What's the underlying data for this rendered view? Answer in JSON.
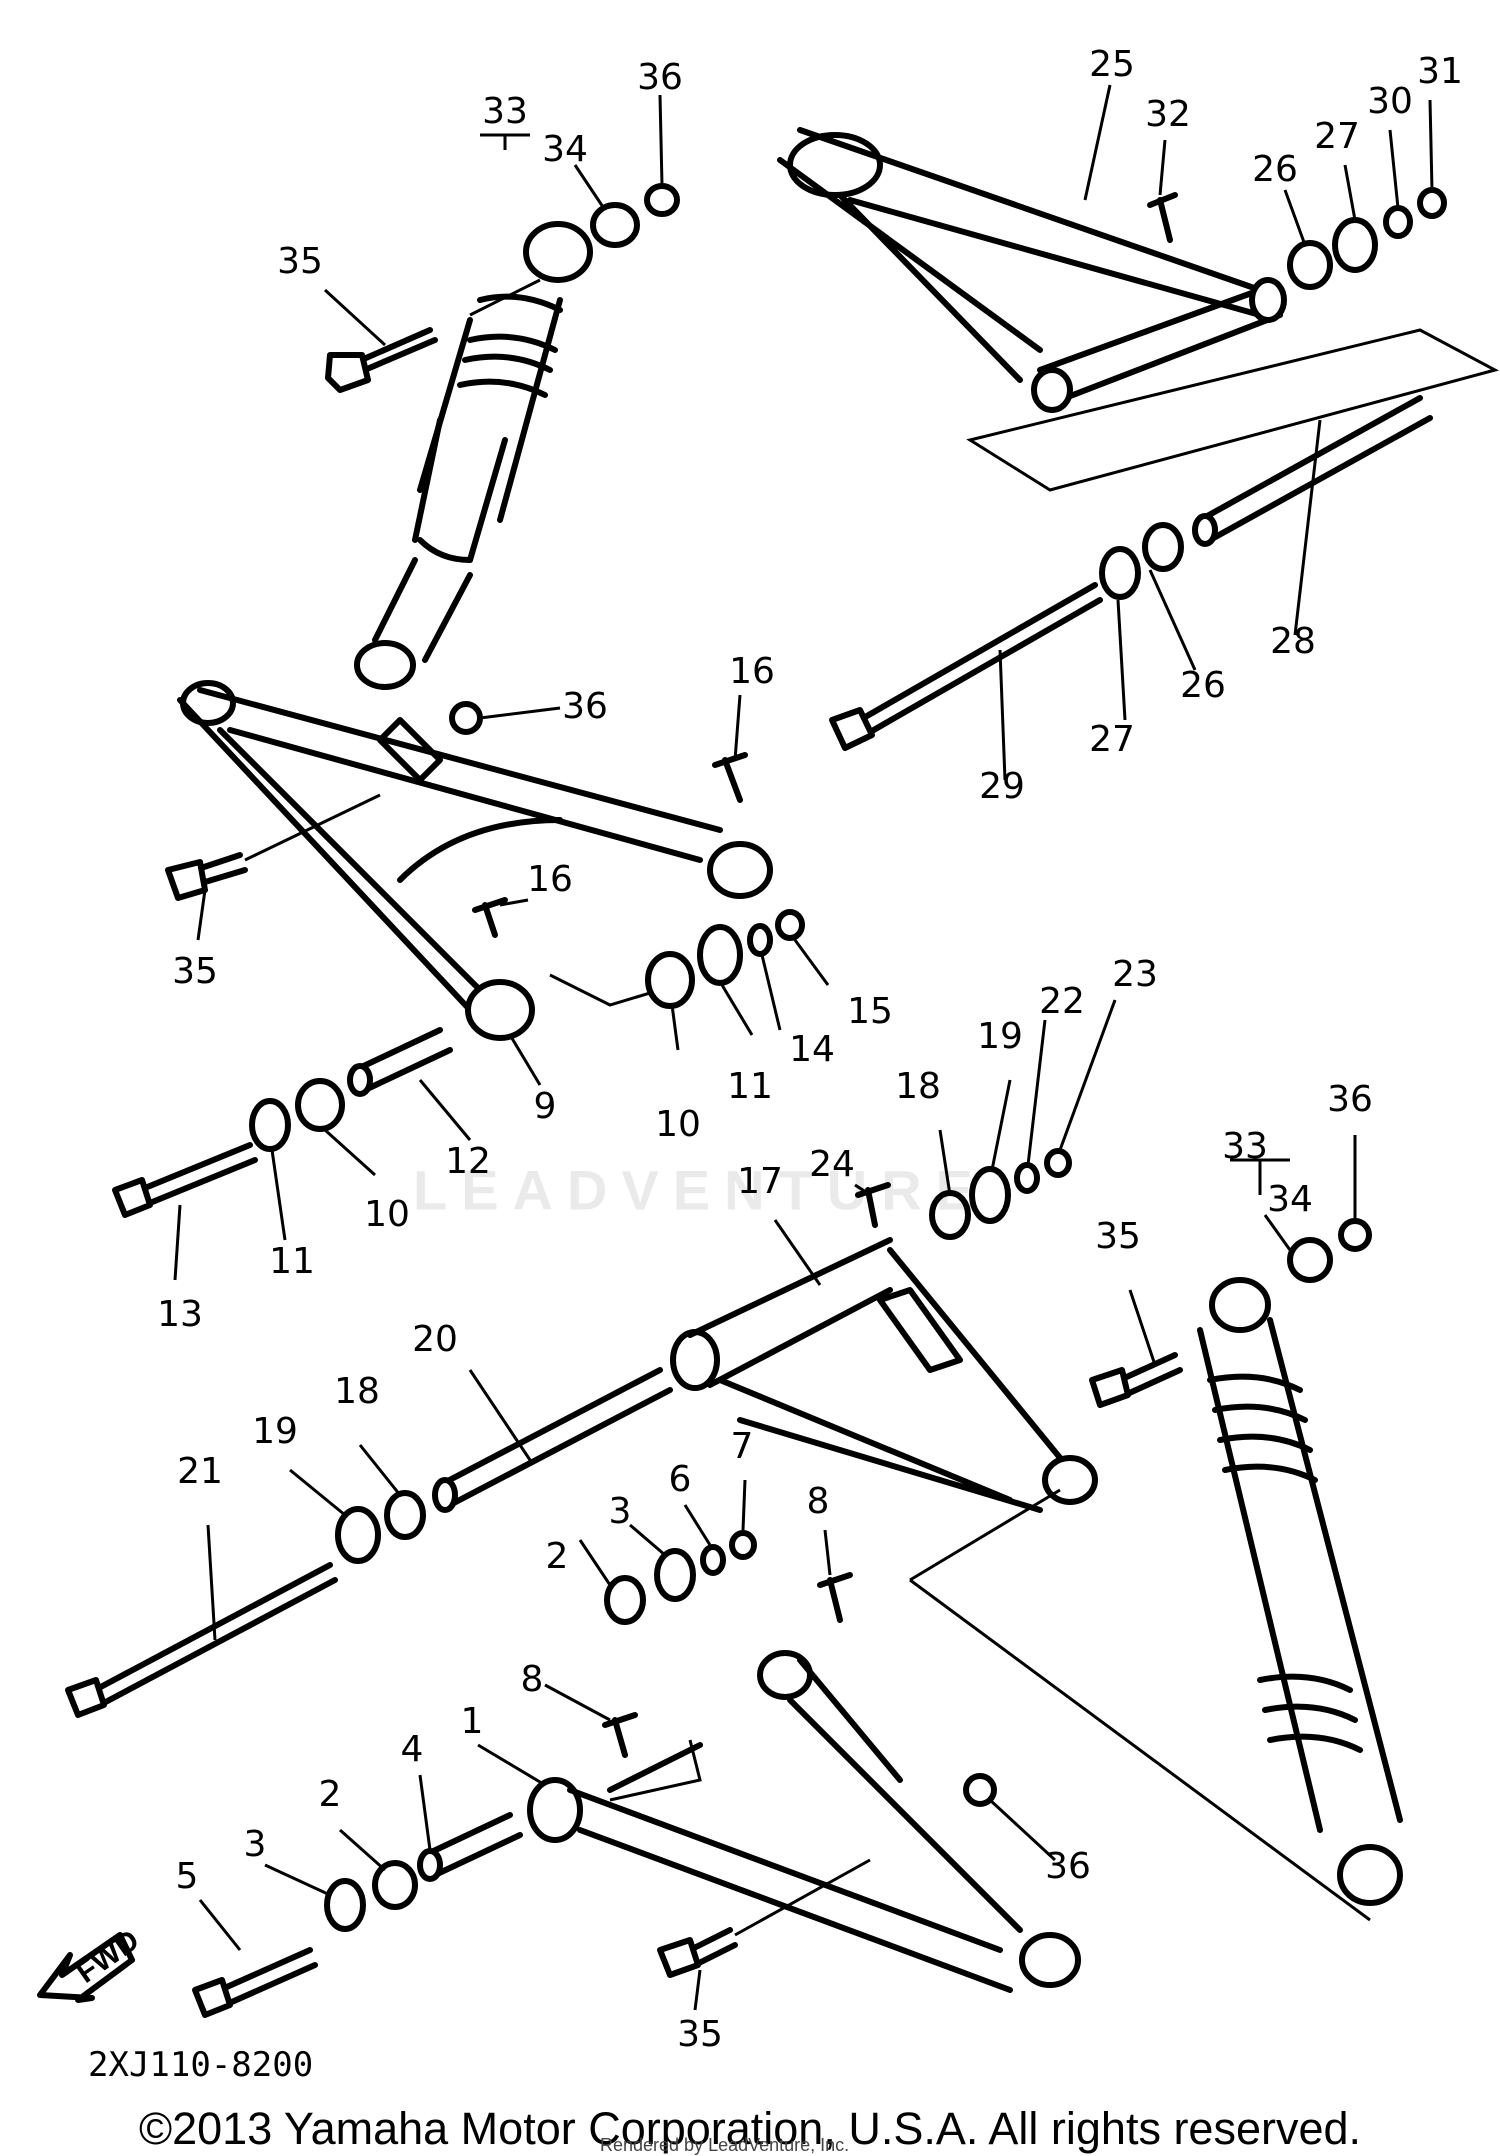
{
  "diagram": {
    "code": "2XJ110-8200",
    "fwd_label": "FWD",
    "copyright": "©2013 Yamaha Motor Corporation, U.S.A. All rights reserved.",
    "rendered_by": "Rendered by LeadVenture, Inc.",
    "watermark": "LEADVENTURE"
  },
  "callouts": [
    {
      "id": "c36a",
      "text": "36"
    },
    {
      "id": "c33a",
      "text": "33"
    },
    {
      "id": "c34a",
      "text": "34"
    },
    {
      "id": "c35a",
      "text": "35"
    },
    {
      "id": "c25",
      "text": "25"
    },
    {
      "id": "c32",
      "text": "32"
    },
    {
      "id": "c26a",
      "text": "26"
    },
    {
      "id": "c27a",
      "text": "27"
    },
    {
      "id": "c30",
      "text": "30"
    },
    {
      "id": "c31",
      "text": "31"
    },
    {
      "id": "c28",
      "text": "28"
    },
    {
      "id": "c26b",
      "text": "26"
    },
    {
      "id": "c27b",
      "text": "27"
    },
    {
      "id": "c29",
      "text": "29"
    },
    {
      "id": "c16a",
      "text": "16"
    },
    {
      "id": "c36b",
      "text": "36"
    },
    {
      "id": "c16b",
      "text": "16"
    },
    {
      "id": "c35b",
      "text": "35"
    },
    {
      "id": "c9",
      "text": "9"
    },
    {
      "id": "c10a",
      "text": "10"
    },
    {
      "id": "c11a",
      "text": "11"
    },
    {
      "id": "c14",
      "text": "14"
    },
    {
      "id": "c15",
      "text": "15"
    },
    {
      "id": "c12",
      "text": "12"
    },
    {
      "id": "c10b",
      "text": "10"
    },
    {
      "id": "c11b",
      "text": "11"
    },
    {
      "id": "c13",
      "text": "13"
    },
    {
      "id": "c18a",
      "text": "18"
    },
    {
      "id": "c19a",
      "text": "19"
    },
    {
      "id": "c22",
      "text": "22"
    },
    {
      "id": "c23",
      "text": "23"
    },
    {
      "id": "c24",
      "text": "24"
    },
    {
      "id": "c17",
      "text": "17"
    },
    {
      "id": "c36c",
      "text": "36"
    },
    {
      "id": "c33b",
      "text": "33"
    },
    {
      "id": "c34b",
      "text": "34"
    },
    {
      "id": "c35c",
      "text": "35"
    },
    {
      "id": "c20",
      "text": "20"
    },
    {
      "id": "c18b",
      "text": "18"
    },
    {
      "id": "c19b",
      "text": "19"
    },
    {
      "id": "c21",
      "text": "21"
    },
    {
      "id": "c3a",
      "text": "3"
    },
    {
      "id": "c6",
      "text": "6"
    },
    {
      "id": "c7",
      "text": "7"
    },
    {
      "id": "c2a",
      "text": "2"
    },
    {
      "id": "c8a",
      "text": "8"
    },
    {
      "id": "c8b",
      "text": "8"
    },
    {
      "id": "c1",
      "text": "1"
    },
    {
      "id": "c4",
      "text": "4"
    },
    {
      "id": "c2b",
      "text": "2"
    },
    {
      "id": "c3b",
      "text": "3"
    },
    {
      "id": "c5",
      "text": "5"
    },
    {
      "id": "c36d",
      "text": "36"
    },
    {
      "id": "c35d",
      "text": "35"
    }
  ]
}
